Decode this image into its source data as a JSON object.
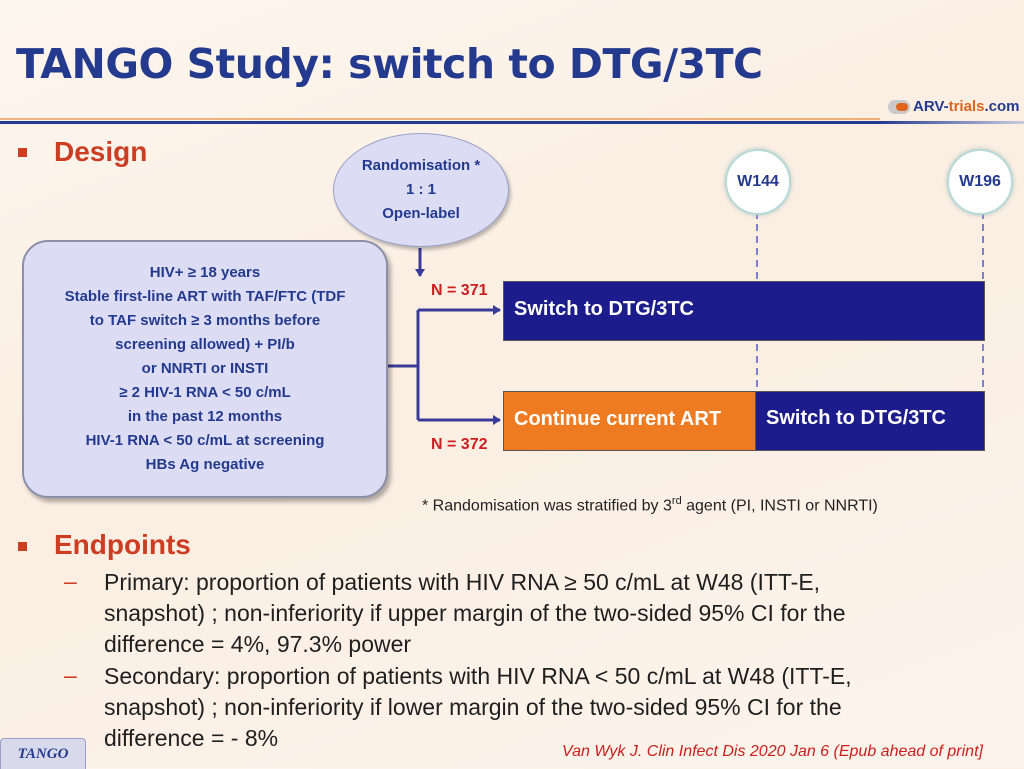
{
  "header": {
    "title": "TANGO Study: switch to DTG/3TC",
    "logo_arv": "ARV-",
    "logo_trials": "trials",
    "logo_com": ".com"
  },
  "design": {
    "heading": "Design",
    "randomisation": [
      "Randomisation *",
      "1 : 1",
      "Open-label"
    ],
    "criteria": [
      "HIV+ ≥ 18 years",
      "Stable first-line ART with TAF/FTC (TDF",
      "to TAF switch ≥ 3 months before",
      "screening allowed) + PI/b",
      "or NNRTI or INSTI",
      "≥ 2 HIV-1 RNA < 50 c/mL",
      "in the past 12 months",
      "HIV-1 RNA < 50 c/mL at screening",
      "HBs Ag negative"
    ],
    "timepoints": [
      "W144",
      "W196"
    ],
    "arm1": {
      "n": "N = 371",
      "label": "Switch to DTG/3TC"
    },
    "arm2": {
      "n": "N = 372",
      "continue_label": "Continue current ART",
      "switch_label": "Switch to DTG/3TC"
    },
    "footnote_pre": "* Randomisation was stratified by 3",
    "footnote_sup": "rd",
    "footnote_post": " agent (PI, INSTI or NNRTI)",
    "colors": {
      "arm_blue": "#1c1c8c",
      "arm_orange": "#ee7b22",
      "title_blue": "#243a8e",
      "accent_red": "#cc3d22"
    }
  },
  "endpoints": {
    "heading": "Endpoints",
    "primary": [
      "Primary: proportion of patients with HIV RNA ≥ 50 c/mL at W48 (ITT-E,",
      "snapshot) ; non-inferiority if upper margin of the two-sided 95% CI for the",
      "difference = 4%, 97.3% power"
    ],
    "secondary": [
      "Secondary: proportion of patients with HIV RNA < 50 c/mL at W48 (ITT-E,",
      "snapshot) ; non-inferiority if lower margin of the two-sided 95% CI for the",
      "difference = - 8%"
    ],
    "dash": "–"
  },
  "footer": {
    "tab": "TANGO",
    "reference": "Van Wyk J. Clin Infect Dis 2020 Jan 6 (Epub ahead of print]"
  }
}
